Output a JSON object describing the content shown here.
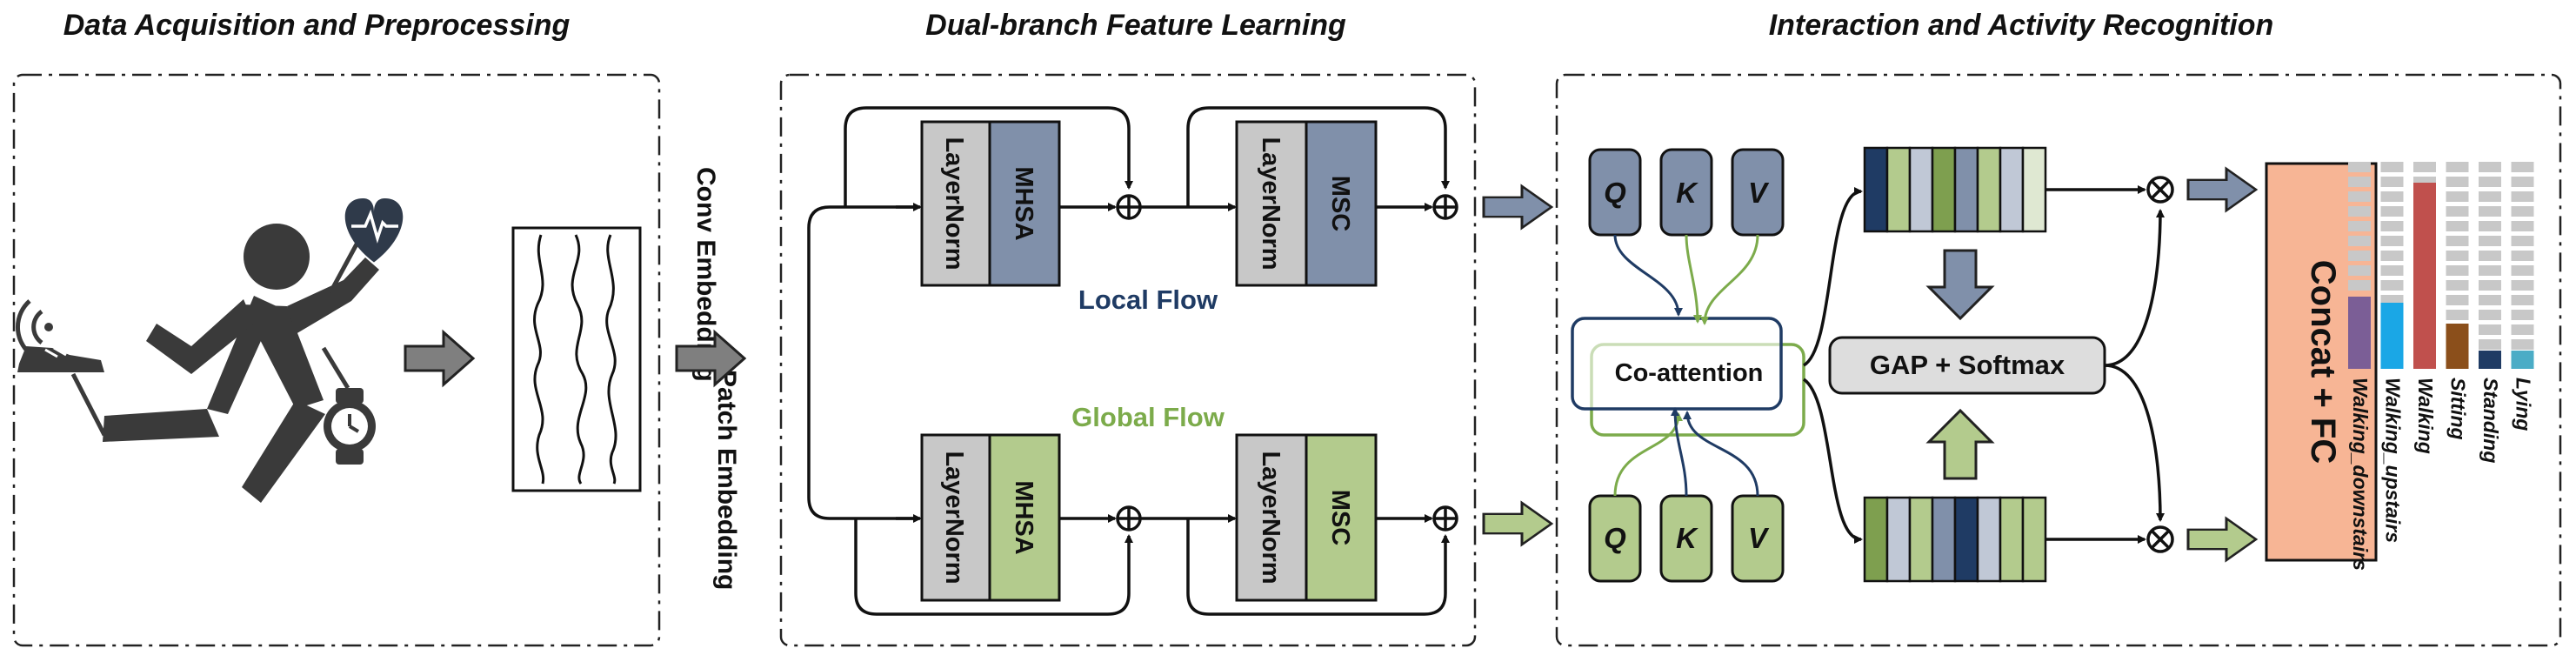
{
  "sections": {
    "acquisition": {
      "title": "Data Acquisition and Preprocessing"
    },
    "dual_branch": {
      "title": "Dual-branch Feature Learning"
    },
    "interaction": {
      "title": "Interaction and Activity Recognition"
    }
  },
  "embeddings": {
    "conv": "Conv Embedding",
    "patch": "Patch Embedding"
  },
  "blocks": {
    "layernorm": "LayerNorm",
    "mhsa": "MHSA",
    "msc": "MSC"
  },
  "flows": {
    "local": "Local Flow",
    "global": "Global Flow"
  },
  "attention": {
    "q": "Q",
    "k": "K",
    "v": "V",
    "co_attention": "Co-attention",
    "gap_softmax": "GAP + Softmax",
    "concat_fc": "Concat + FC"
  },
  "activities": [
    {
      "label": "Walking_downstairs",
      "color": "#7b5e96",
      "fill": 0.35
    },
    {
      "label": "Walking_upstairs",
      "color": "#1aa7e6",
      "fill": 0.32
    },
    {
      "label": "Walking",
      "color": "#c0504d",
      "fill": 0.9
    },
    {
      "label": "Sitting",
      "color": "#8b4f1b",
      "fill": 0.22
    },
    {
      "label": "Standing",
      "color": "#1f3b64",
      "fill": 0.09
    },
    {
      "label": "Lying",
      "color": "#4bacc6",
      "fill": 0.09
    }
  ],
  "icons": [
    "runner-icon",
    "heart-rate-icon",
    "smartwatch-icon",
    "wifi-icon",
    "shoe-icon",
    "signal-plot-icon"
  ],
  "colors": {
    "local": "#1f3b64",
    "global": "#7cab4b",
    "mhsa_local_fill": "#8090aa",
    "mhsa_global_fill": "#b3cb8d",
    "layernorm_fill": "#c8c8c8",
    "concat_fill": "#f7b595",
    "gap_fill": "#dddddd"
  }
}
